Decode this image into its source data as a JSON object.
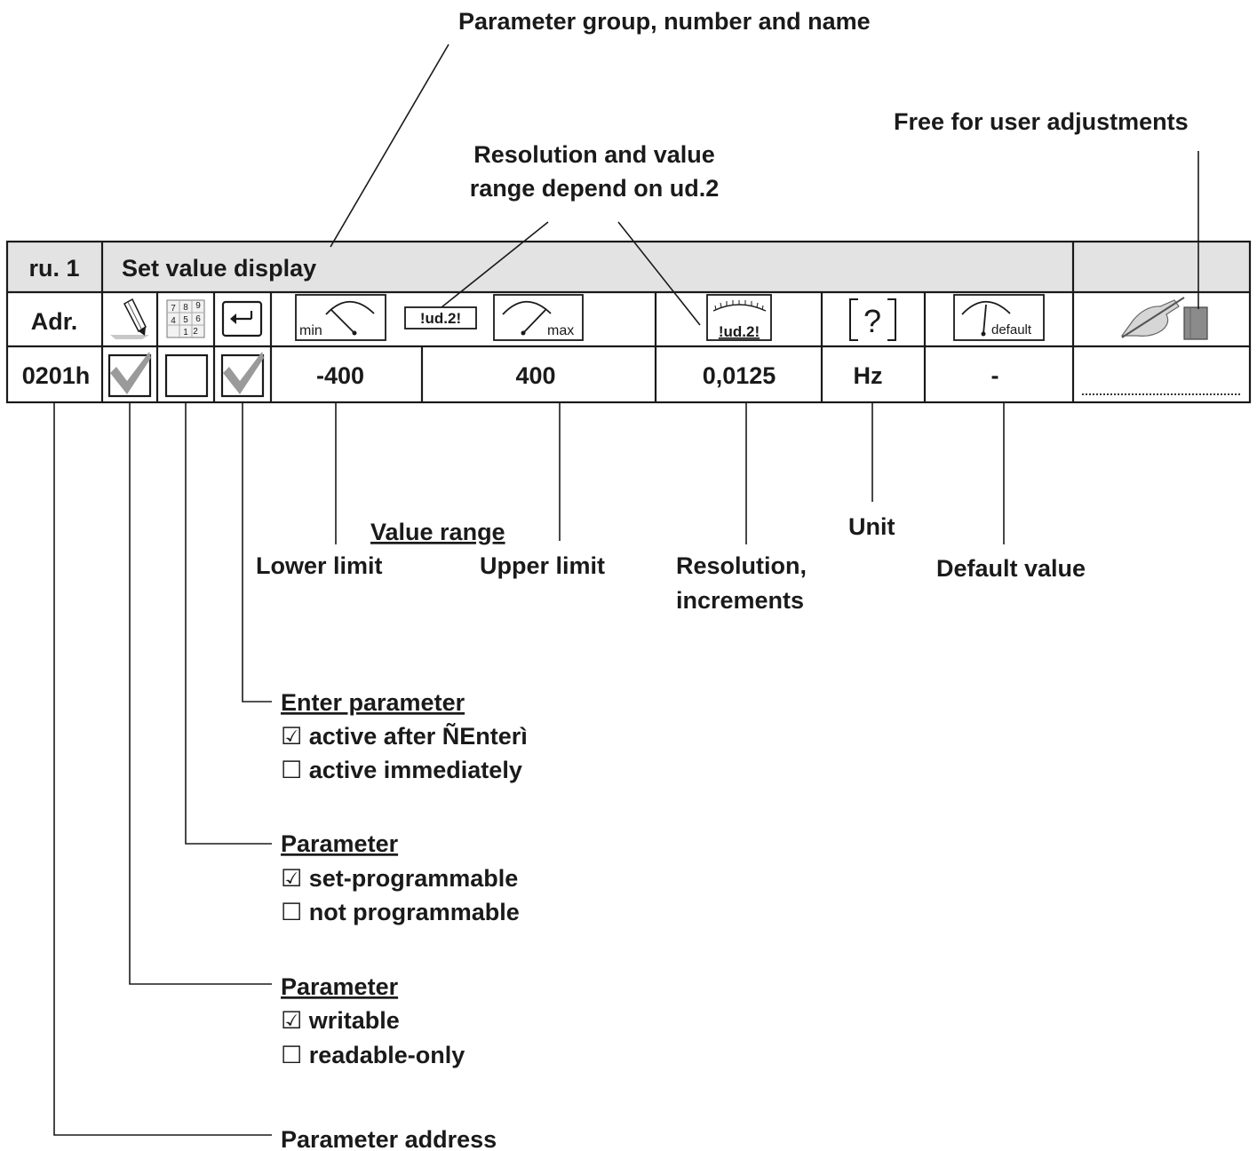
{
  "header": {
    "group": "ru. 1",
    "name": "Set value display"
  },
  "icon_row": {
    "adr_label": "Adr.",
    "min_label": "min",
    "ud2_tag": "!ud.2!",
    "max_label": "max",
    "res_tag": "!ud.2!",
    "unit_symbol": "?",
    "default_label": "default"
  },
  "value_row": {
    "address": "0201h",
    "writable": true,
    "set_programmable": false,
    "enter_active": true,
    "lower_limit": "-400",
    "upper_limit": "400",
    "resolution": "0,0125",
    "unit": "Hz",
    "default_value": "-"
  },
  "callouts": {
    "param_group_title": "Parameter group, number and name",
    "free_user": "Free for user adjustments",
    "resolution_note_line1": "Resolution and value",
    "resolution_note_line2": "range depend on ud.2",
    "value_range": "Value range",
    "lower_limit": "Lower limit",
    "upper_limit": "Upper limit",
    "resolution_line1": "Resolution,",
    "resolution_line2": "increments",
    "unit": "Unit",
    "default_value": "Default value"
  },
  "legend": {
    "enter": {
      "title": "Enter parameter",
      "checked": "☑ active after ÑEnterì",
      "unchecked": "☐ active immediately"
    },
    "programmable": {
      "title": "Parameter",
      "checked": "☑ set-programmable",
      "unchecked": "☐ not programmable"
    },
    "writable": {
      "title": "Parameter",
      "checked": "☑ writable",
      "unchecked": "☐ readable-only"
    },
    "address": {
      "title": "Parameter address"
    }
  },
  "colors": {
    "header_fill": "#e3e3e3",
    "line": "#1a1a1a",
    "check_fill": "#9a9a9a"
  },
  "icons": [
    "pencil-icon",
    "number-pad-icon",
    "enter-key-icon",
    "min-gauge-icon",
    "max-gauge-icon",
    "scale-gauge-icon",
    "question-unit-icon",
    "default-gauge-icon",
    "writing-hand-icon"
  ]
}
